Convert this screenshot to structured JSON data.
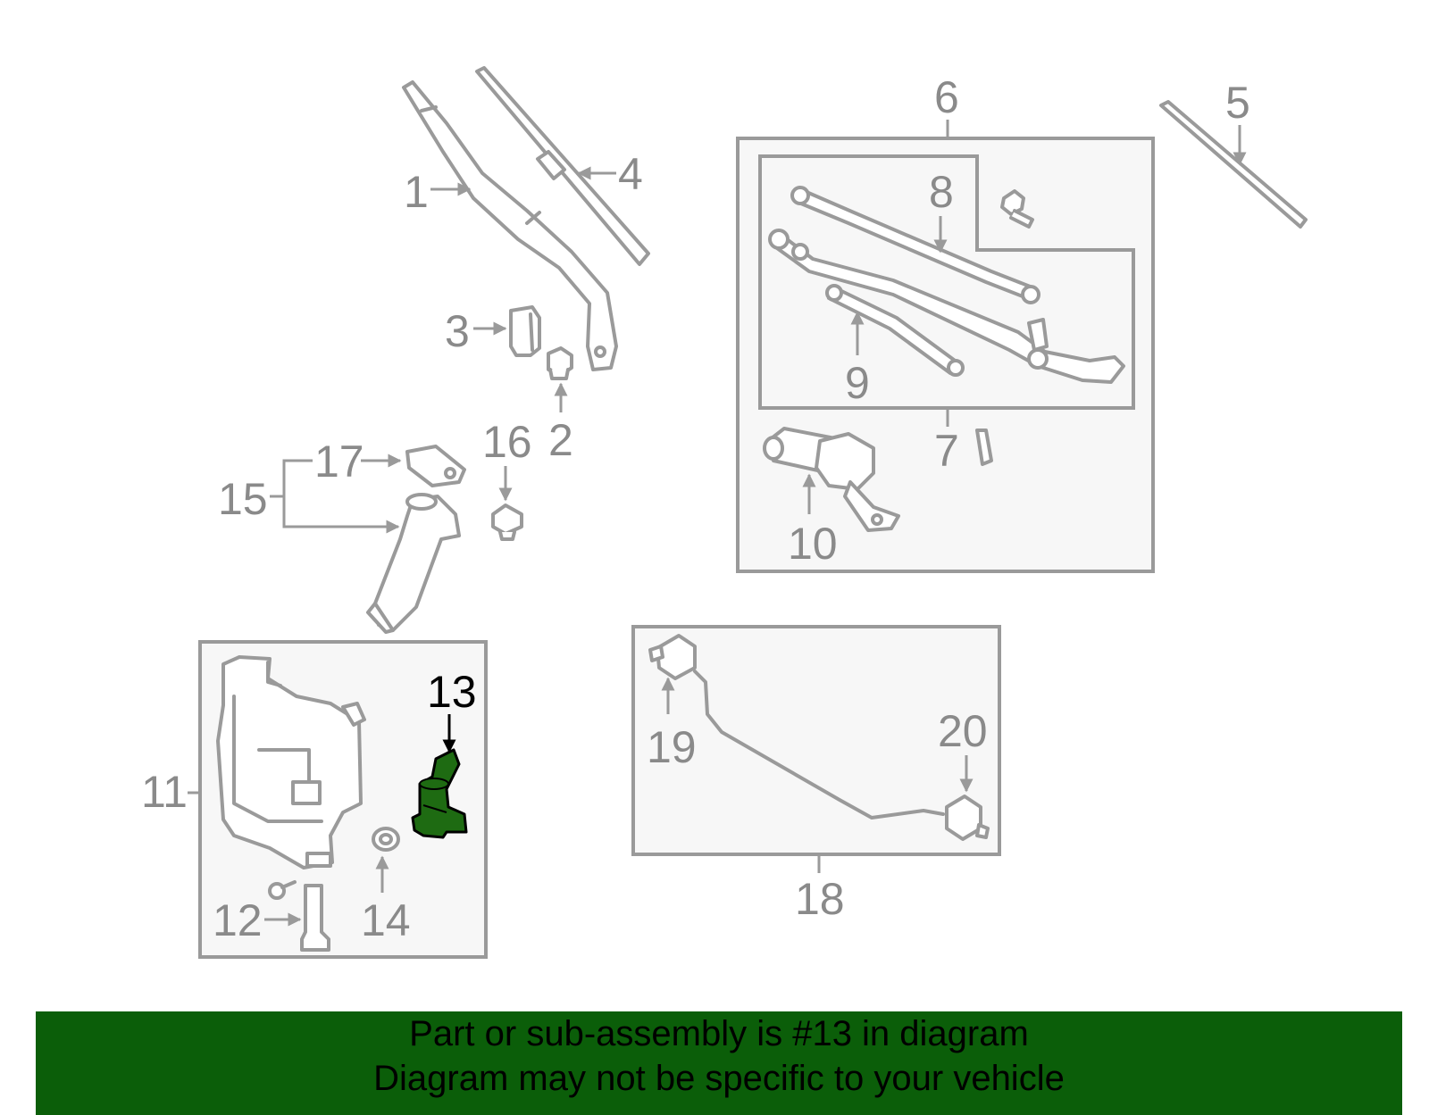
{
  "colors": {
    "highlight": "#1e6b12",
    "footer_bg": "#0b5e09",
    "line": "#9a9a9a",
    "box_fill": "#f7f7f7"
  },
  "labels": {
    "l1": "1",
    "l2": "2",
    "l3": "3",
    "l4": "4",
    "l5": "5",
    "l6": "6",
    "l7": "7",
    "l8": "8",
    "l9": "9",
    "l10": "10",
    "l11": "11",
    "l12": "12",
    "l13": "13",
    "l14": "14",
    "l15": "15",
    "l16": "16",
    "l17": "17",
    "l18": "18",
    "l19": "19",
    "l20": "20"
  },
  "highlighted_part": "13",
  "footer": {
    "line1": "Part or sub-assembly is #13 in diagram",
    "line2": "Diagram may not be specific to your vehicle"
  }
}
